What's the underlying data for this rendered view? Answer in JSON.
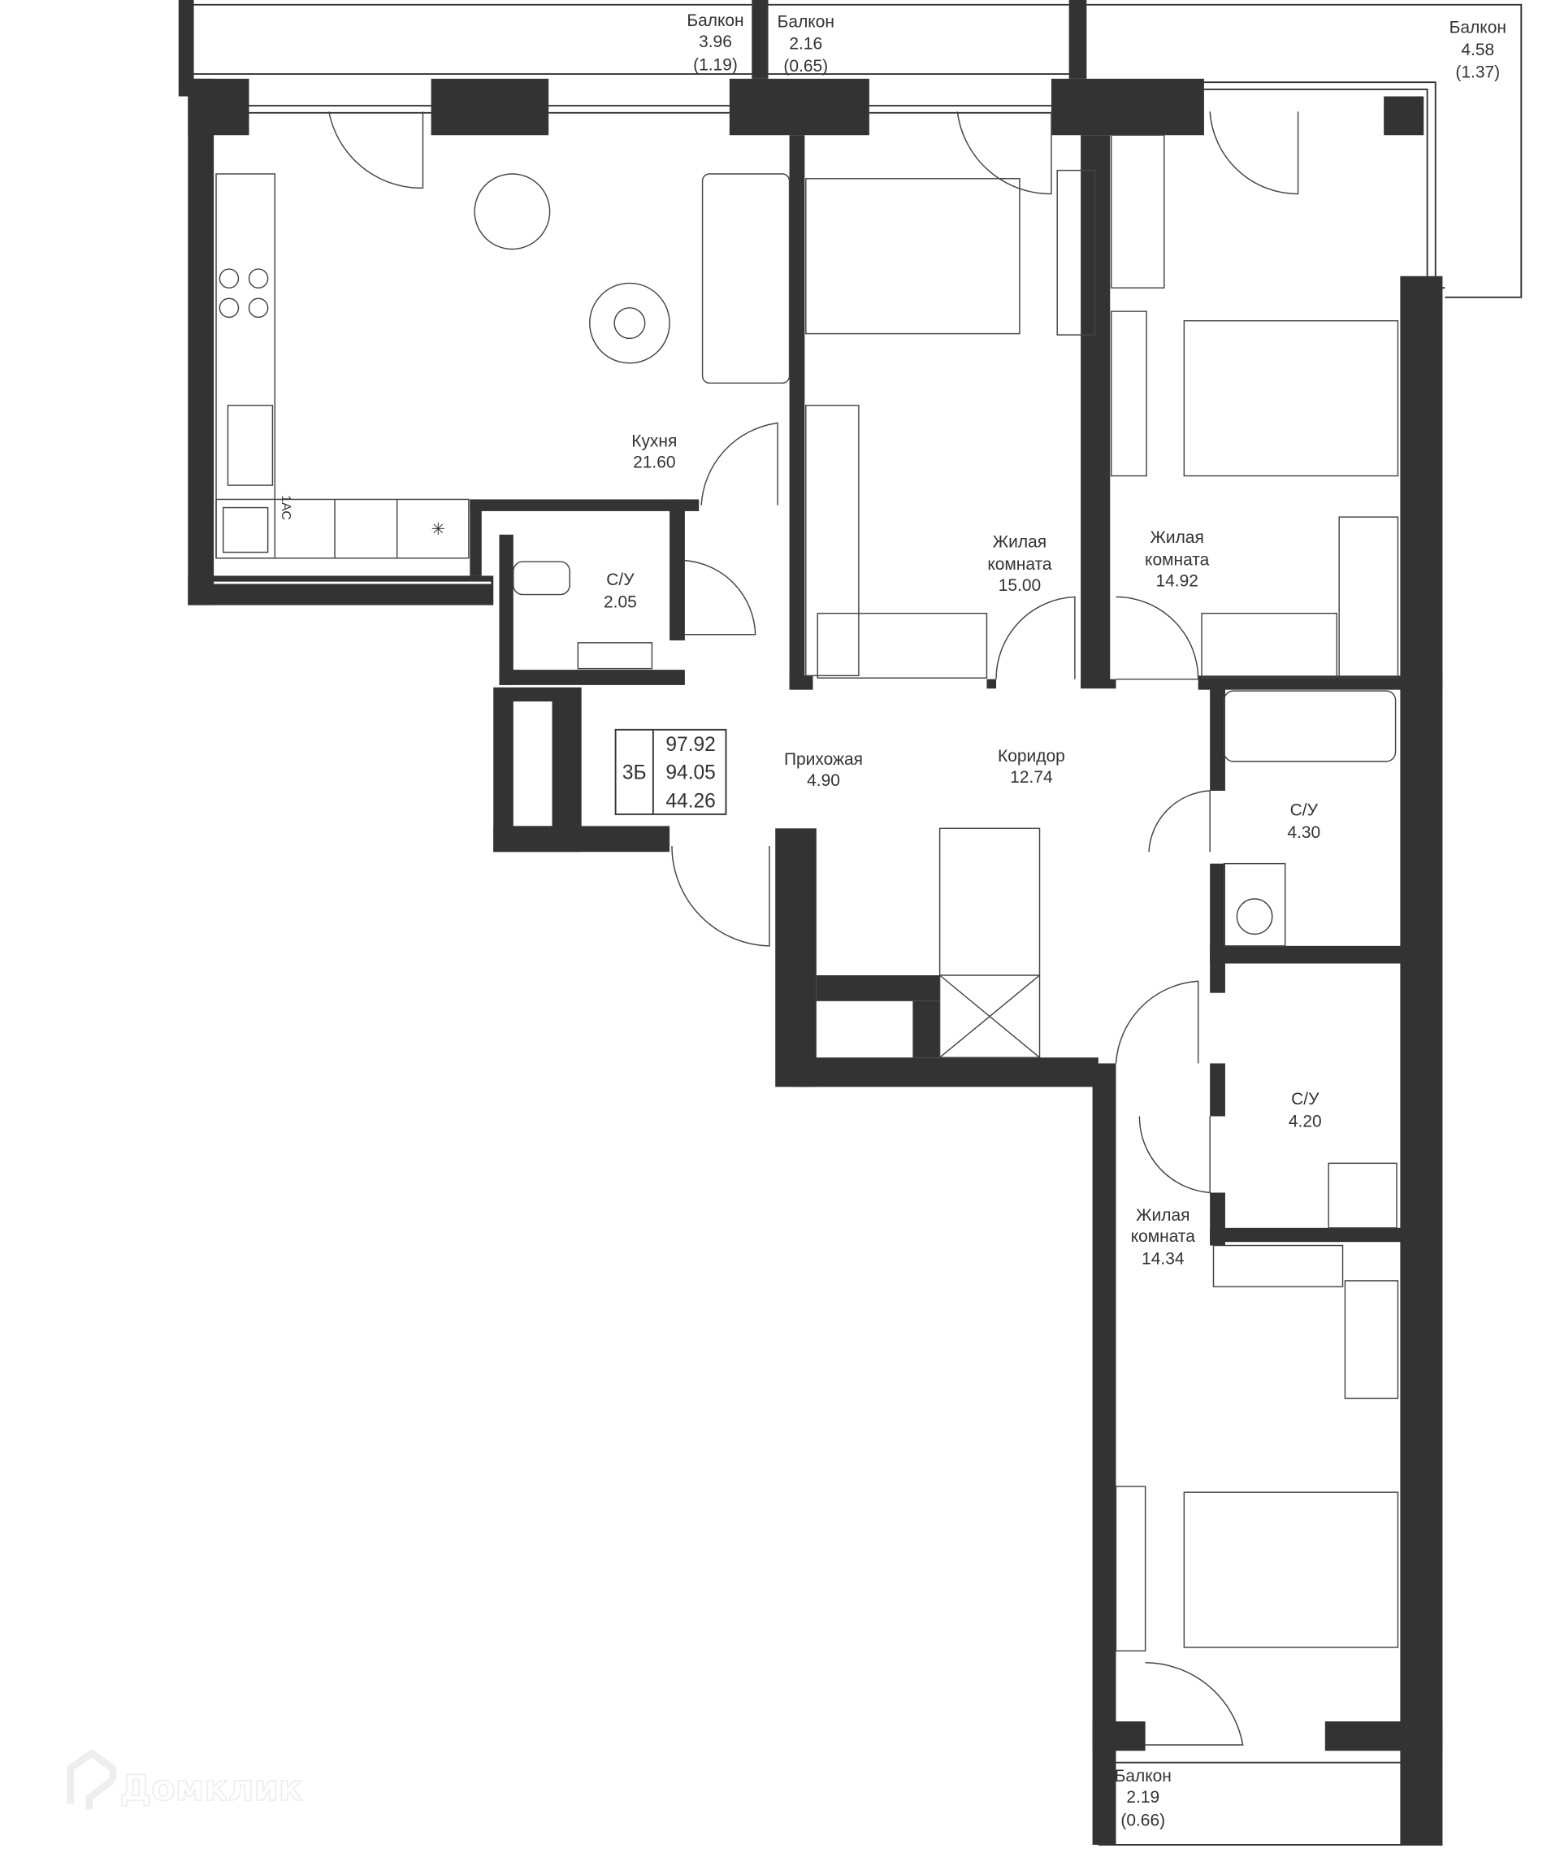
{
  "plan": {
    "rooms": [
      {
        "name": "Балкон",
        "area": "3.96",
        "coef_area": "(1.19)"
      },
      {
        "name": "Балкон",
        "area": "2.16",
        "coef_area": "(0.65)"
      },
      {
        "name": "Балкон",
        "area": "4.58",
        "coef_area": "(1.37)"
      },
      {
        "name": "Кухня",
        "area": "21.60"
      },
      {
        "name": "С/У",
        "area": "2.05"
      },
      {
        "name_line1": "Жилая",
        "name_line2": "комната",
        "area": "15.00"
      },
      {
        "name_line1": "Жилая",
        "name_line2": "комната",
        "area": "14.92"
      },
      {
        "name": "Прихожая",
        "area": "4.90"
      },
      {
        "name": "Коридор",
        "area": "12.74"
      },
      {
        "name": "С/У",
        "area": "4.30"
      },
      {
        "name": "С/У",
        "area": "4.20"
      },
      {
        "name_line1": "Жилая",
        "name_line2": "комната",
        "area": "14.34"
      },
      {
        "name": "Балкон",
        "area": "2.19",
        "coef_area": "(0.66)"
      }
    ],
    "summary": {
      "type": "3Б",
      "total_area": "97.92",
      "area_no_balcony": "94.05",
      "living_area": "44.26"
    },
    "ac_label": "1АС"
  },
  "watermark": {
    "logo_text": "Домклик"
  }
}
